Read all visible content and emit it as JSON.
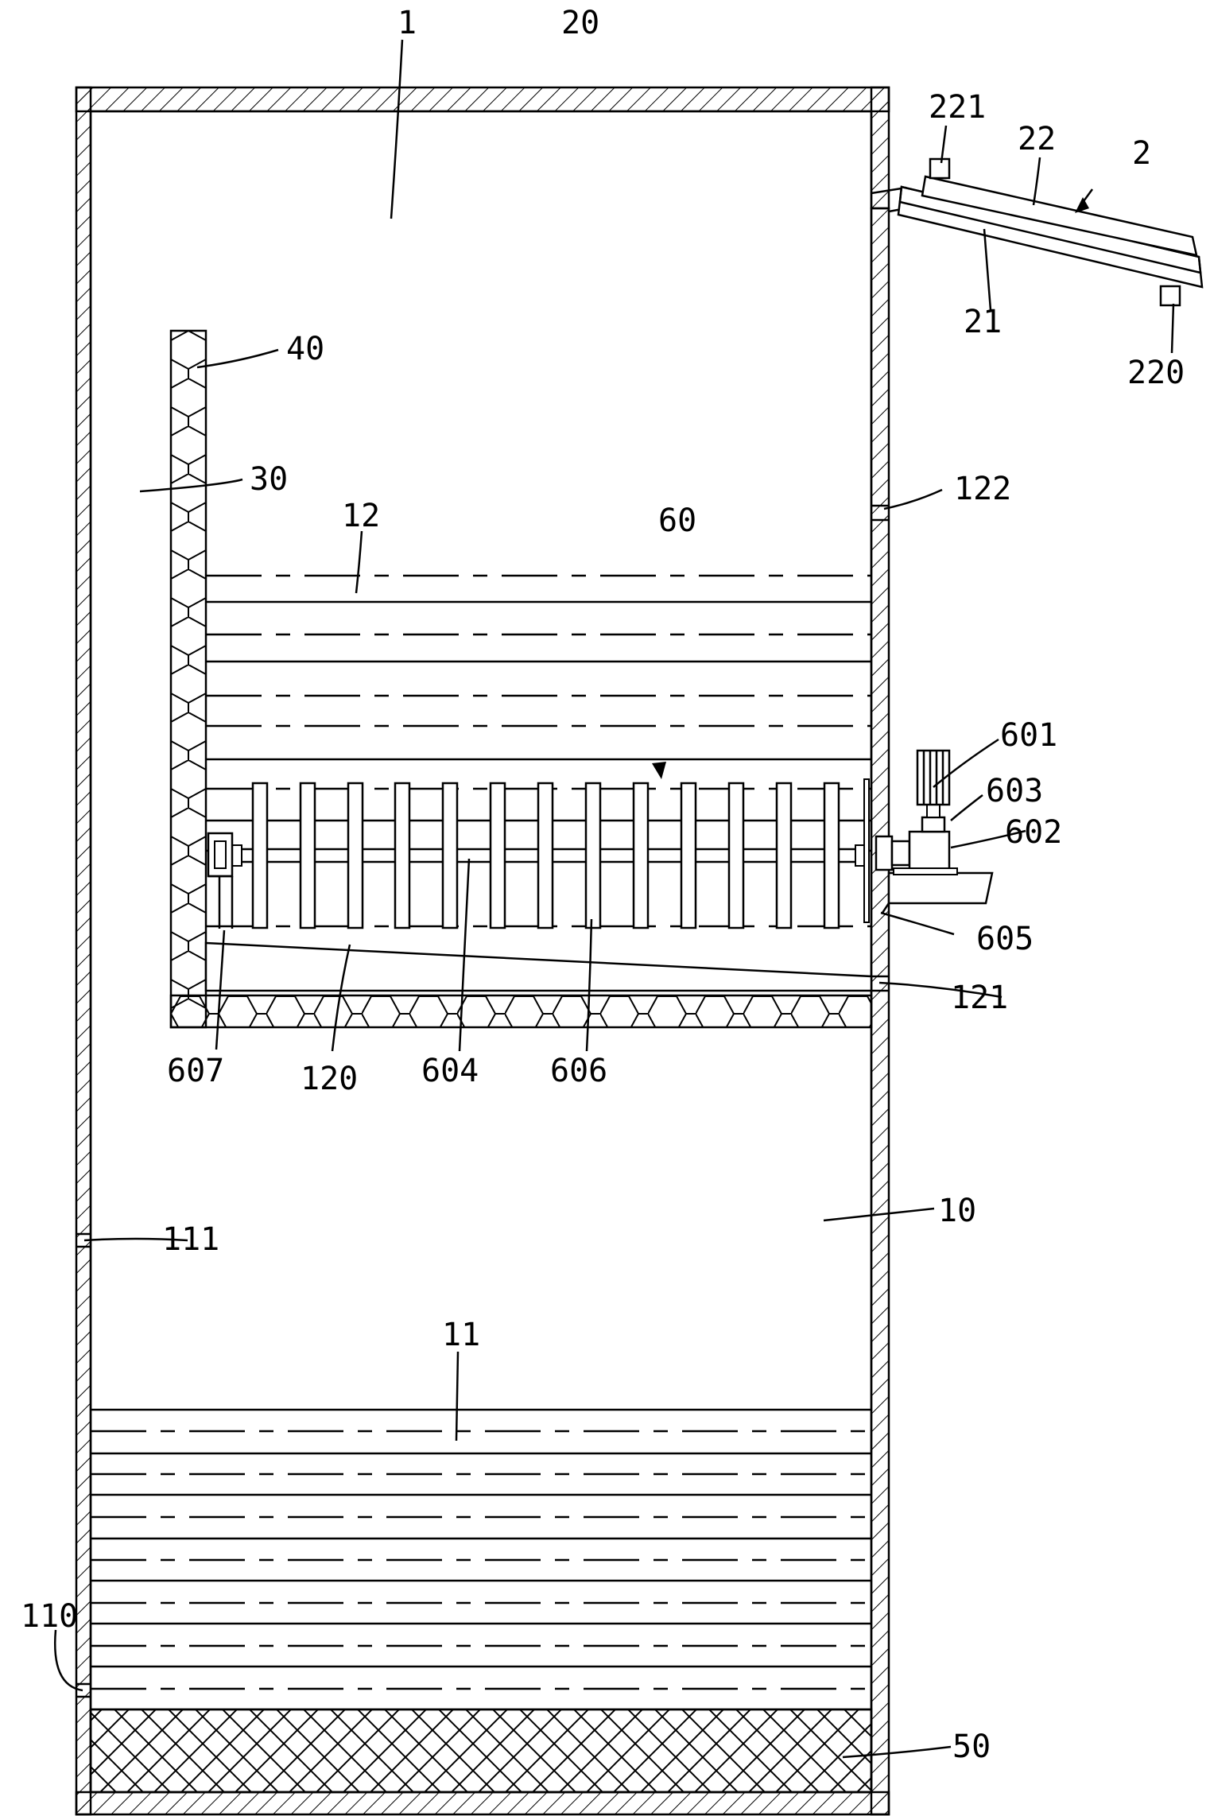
{
  "figure": {
    "labels": {
      "housing": "1",
      "upper_chamber": "20",
      "outlet_device": "2",
      "pipe_21": "21",
      "pipe_22": "22",
      "port_221": "221",
      "port_220": "220",
      "insulation_wall": "40",
      "side_chamber": "30",
      "upper_tank": "12",
      "port_122": "122",
      "stirring_assembly": "60",
      "motor": "601",
      "coupling": "603",
      "gearbox": "602",
      "bracket": "605",
      "port_121": "121",
      "bearing_seat": "607",
      "sloped_bottom": "120",
      "shaft": "604",
      "paddle": "606",
      "port_111": "111",
      "lower_chamber": "10",
      "lower_tank": "11",
      "port_110": "110",
      "filter_layer": "50"
    },
    "colors": {
      "line": "#000000",
      "background": "#ffffff"
    }
  }
}
